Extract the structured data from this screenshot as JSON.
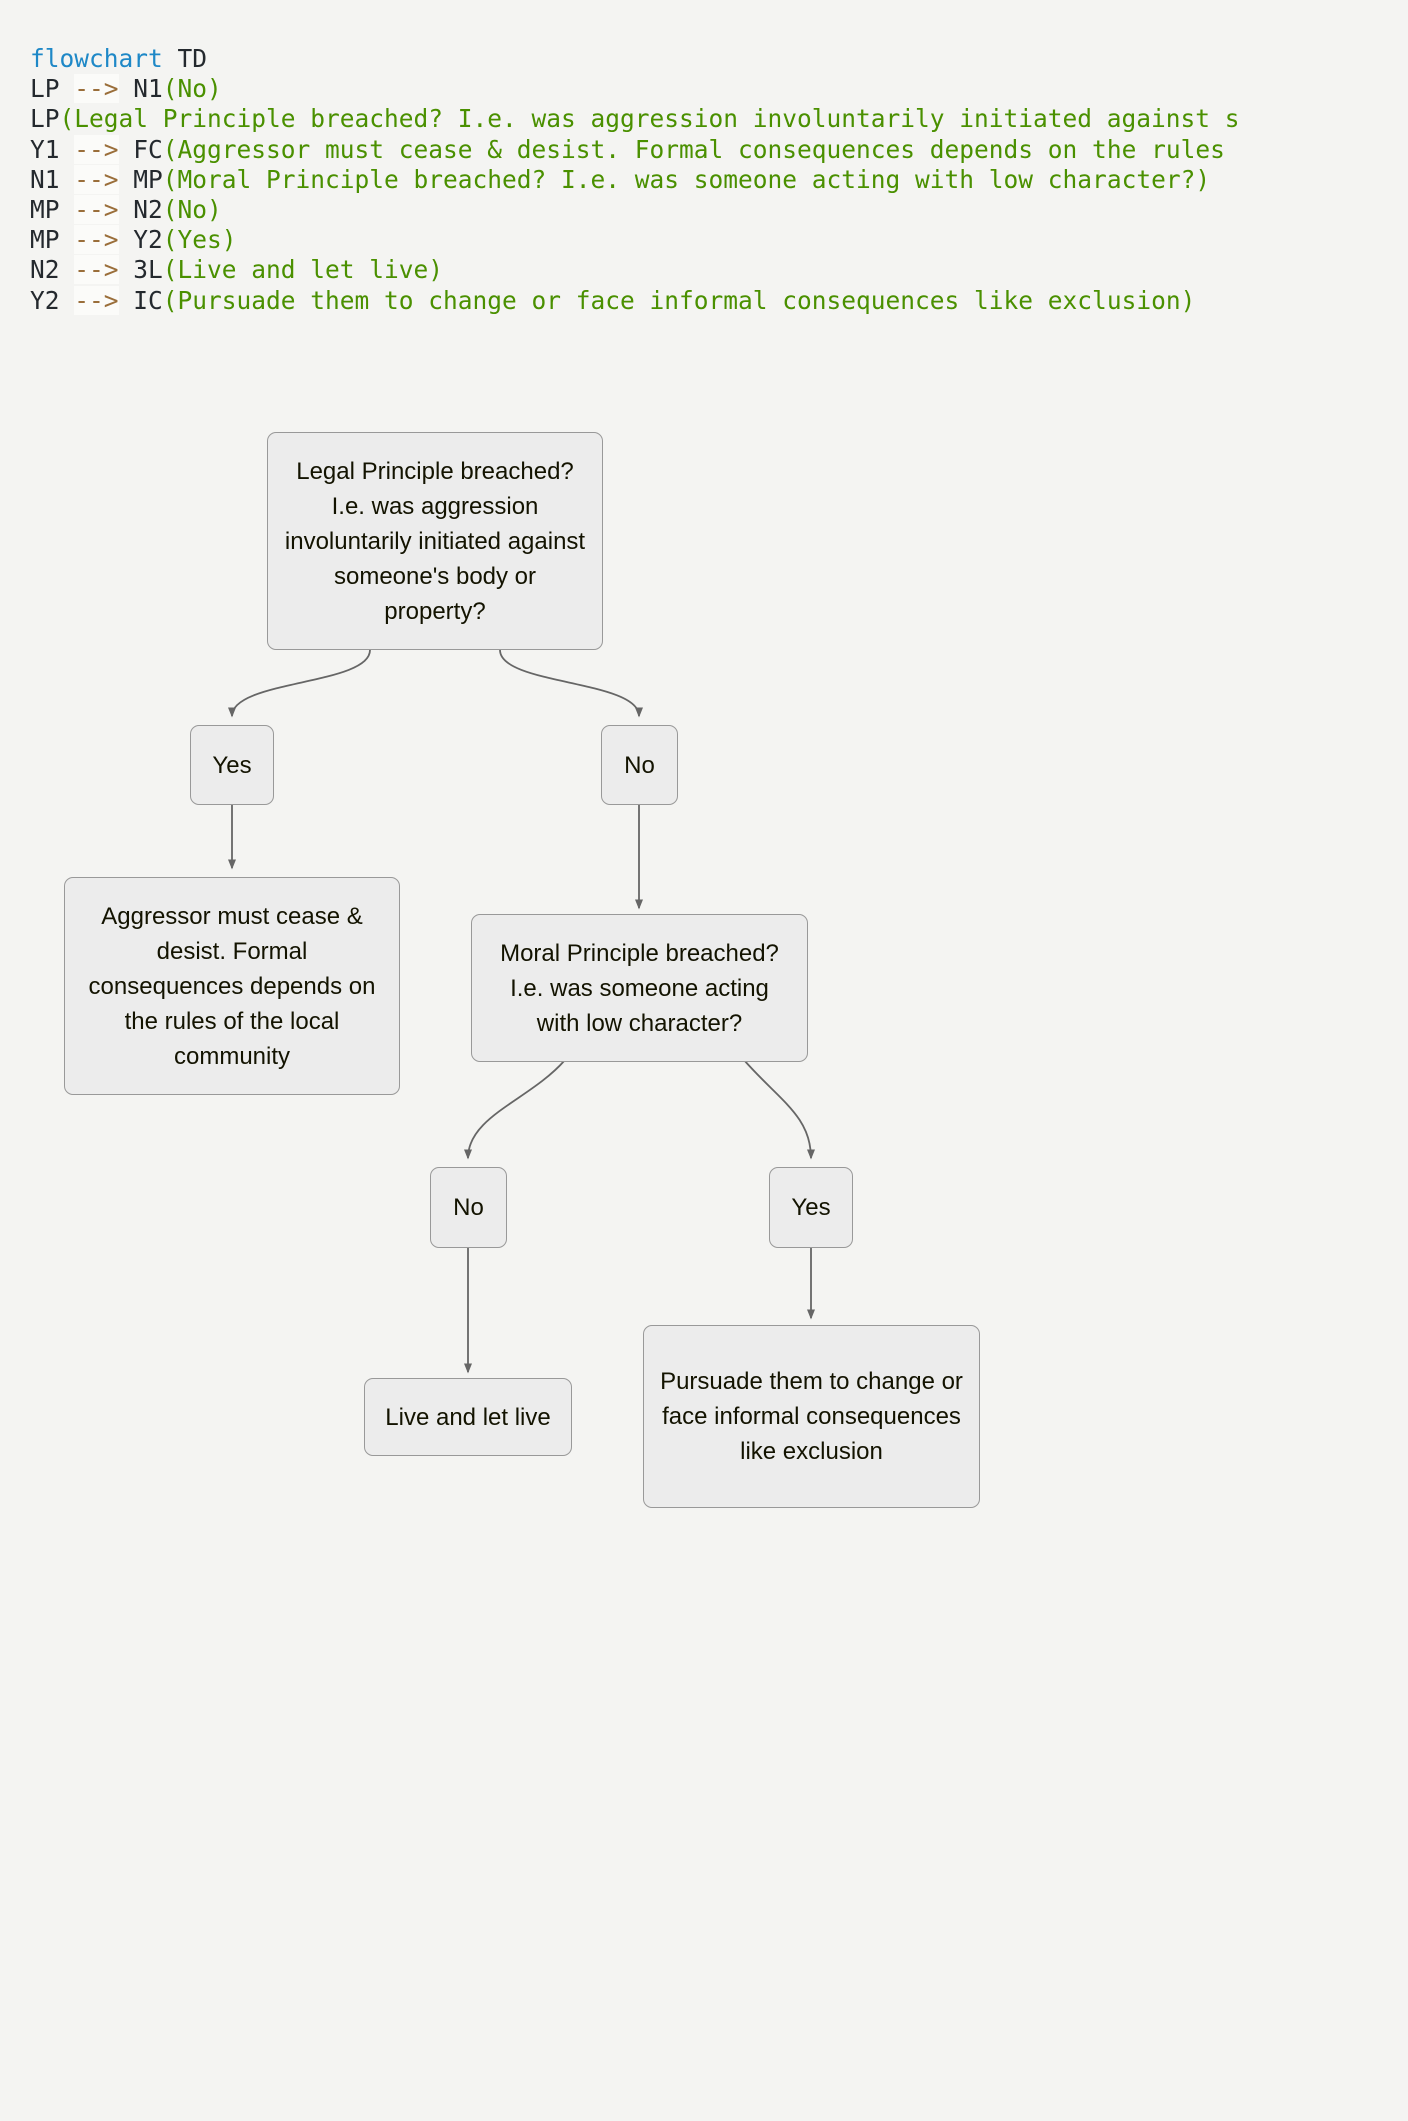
{
  "source": {
    "language": "mermaid",
    "lines": [
      {
        "parts": [
          {
            "t": "flowchart",
            "c": "kw"
          },
          {
            "t": " TD",
            "c": "id"
          }
        ]
      },
      {
        "parts": [
          {
            "t": "LP ",
            "c": "id"
          },
          {
            "t": "-->",
            "c": "arrow"
          },
          {
            "t": " N1",
            "c": "id"
          },
          {
            "t": "(No)",
            "c": "str"
          }
        ]
      },
      {
        "parts": [
          {
            "t": "LP",
            "c": "id"
          },
          {
            "t": "(Legal Principle breached? I.e. was aggression involuntarily initiated against s",
            "c": "str"
          }
        ]
      },
      {
        "parts": [
          {
            "t": "Y1 ",
            "c": "id"
          },
          {
            "t": "-->",
            "c": "arrow"
          },
          {
            "t": " FC",
            "c": "id"
          },
          {
            "t": "(Aggressor must cease & desist. Formal consequences depends on the rules",
            "c": "str"
          }
        ]
      },
      {
        "parts": [
          {
            "t": "N1 ",
            "c": "id"
          },
          {
            "t": "-->",
            "c": "arrow"
          },
          {
            "t": " MP",
            "c": "id"
          },
          {
            "t": "(Moral Principle breached? I.e. was someone acting with low character?)",
            "c": "str"
          }
        ]
      },
      {
        "parts": [
          {
            "t": "MP ",
            "c": "id"
          },
          {
            "t": "-->",
            "c": "arrow"
          },
          {
            "t": " N2",
            "c": "id"
          },
          {
            "t": "(No)",
            "c": "str"
          }
        ]
      },
      {
        "parts": [
          {
            "t": "MP ",
            "c": "id"
          },
          {
            "t": "-->",
            "c": "arrow"
          },
          {
            "t": " Y2",
            "c": "id"
          },
          {
            "t": "(Yes)",
            "c": "str"
          }
        ]
      },
      {
        "parts": [
          {
            "t": "N2 ",
            "c": "id"
          },
          {
            "t": "-->",
            "c": "arrow"
          },
          {
            "t": " 3L",
            "c": "id"
          },
          {
            "t": "(Live and let live)",
            "c": "str"
          }
        ]
      },
      {
        "parts": [
          {
            "t": "Y2 ",
            "c": "id"
          },
          {
            "t": "-->",
            "c": "arrow"
          },
          {
            "t": " IC",
            "c": "id"
          },
          {
            "t": "(Pursuade them to change or face informal consequences like exclusion)",
            "c": "str"
          }
        ]
      }
    ]
  },
  "diagram": {
    "type": "flowchart",
    "direction": "TD",
    "colors": {
      "background": "#f4f4f2",
      "node_fill": "#ececec",
      "node_stroke": "#999999",
      "edge_stroke": "#666666",
      "node_text": "#131300"
    },
    "nodes": {
      "LP": {
        "id": "LP",
        "label": "Legal Principle breached? I.e. was aggression involuntarily initiated against someone's body or property?"
      },
      "Y1": {
        "id": "Y1",
        "label": "Yes"
      },
      "N1": {
        "id": "N1",
        "label": "No"
      },
      "FC": {
        "id": "FC",
        "label": "Aggressor must cease & desist. Formal consequences depends on the rules of the local community"
      },
      "MP": {
        "id": "MP",
        "label": "Moral Principle breached? I.e. was someone acting with low character?"
      },
      "N2": {
        "id": "N2",
        "label": "No"
      },
      "Y2": {
        "id": "Y2",
        "label": "Yes"
      },
      "3L": {
        "id": "3L",
        "label": "Live and let live"
      },
      "IC": {
        "id": "IC",
        "label": "Pursuade them to change or face informal consequences like exclusion"
      }
    },
    "edges": [
      {
        "from": "LP",
        "to": "Y1",
        "label": ""
      },
      {
        "from": "LP",
        "to": "N1",
        "label": ""
      },
      {
        "from": "Y1",
        "to": "FC",
        "label": ""
      },
      {
        "from": "N1",
        "to": "MP",
        "label": ""
      },
      {
        "from": "MP",
        "to": "N2",
        "label": ""
      },
      {
        "from": "MP",
        "to": "Y2",
        "label": ""
      },
      {
        "from": "N2",
        "to": "3L",
        "label": ""
      },
      {
        "from": "Y2",
        "to": "IC",
        "label": ""
      }
    ]
  }
}
